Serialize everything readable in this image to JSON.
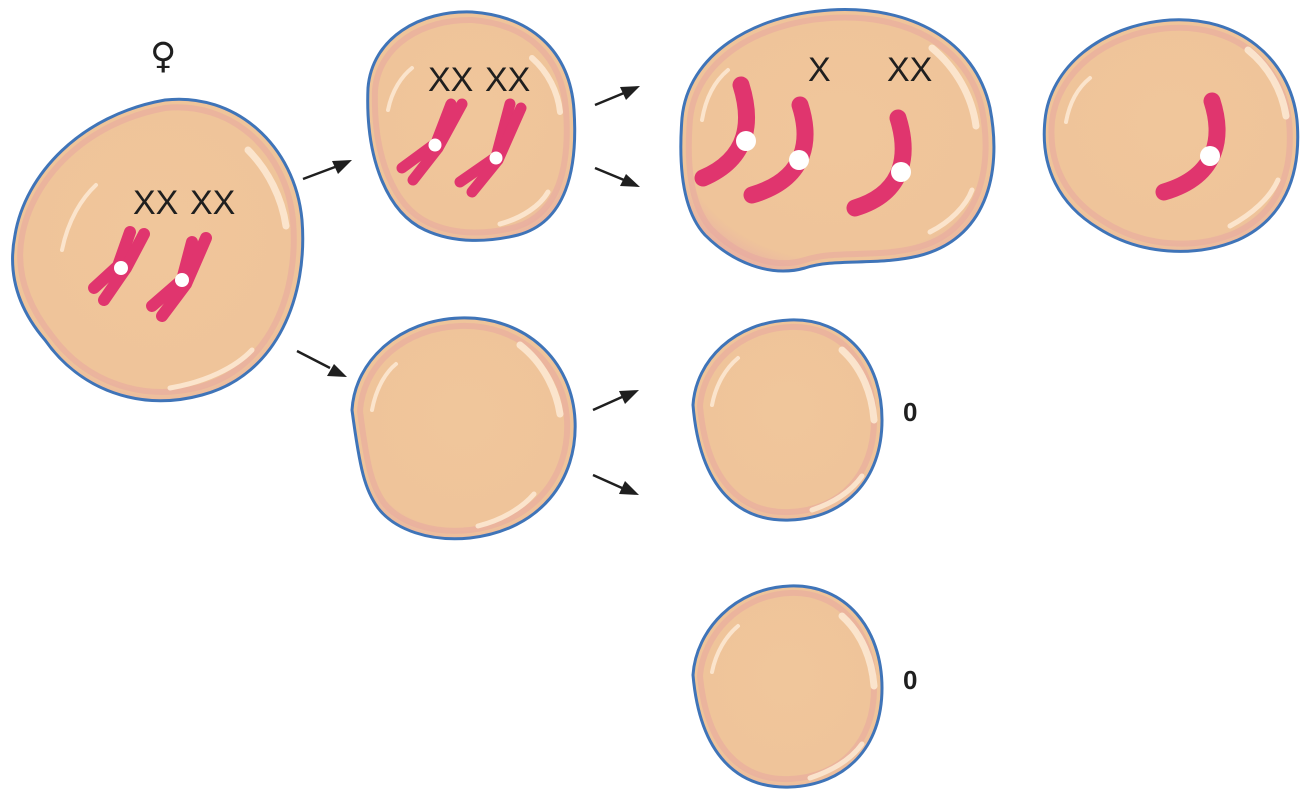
{
  "diagram": {
    "symbol": "♀",
    "labels": {
      "parent_left": "XX",
      "parent_right": "XX",
      "top_cell_left": "XX",
      "top_cell_right": "XX",
      "gamete_single": "X",
      "gamete_pair": "XX",
      "bottom_upper_zero": "0",
      "bottom_lower_zero": "0"
    },
    "colors": {
      "cell_fill": "#f0c79c",
      "cell_outline": "#3f74b8",
      "chromosome": "#e0356e",
      "centromere": "#ffffff",
      "arrow": "#1f1f1f"
    }
  }
}
